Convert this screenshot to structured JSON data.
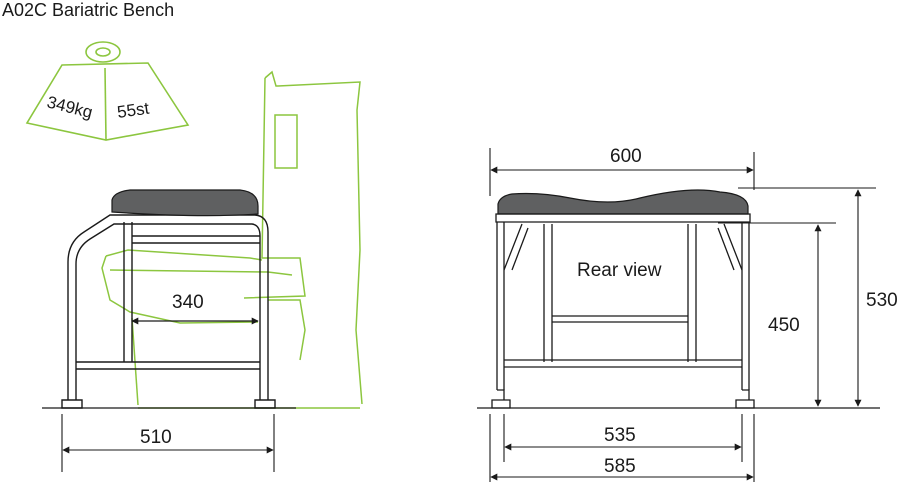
{
  "title": "A02C  Bariatric Bench",
  "weight_badge": {
    "kg": "349kg",
    "stone": "55st"
  },
  "side_view": {
    "seat_depth": "340",
    "overall_depth": "510"
  },
  "rear_view": {
    "label": "Rear view",
    "top_width": "600",
    "seat_height": "450",
    "overall_height": "530",
    "inner_foot_width": "535",
    "outer_foot_width": "585"
  },
  "colors": {
    "line": "#1a1a1a",
    "reference_outline": "#8cc63f",
    "cushion": "#5f6061"
  }
}
